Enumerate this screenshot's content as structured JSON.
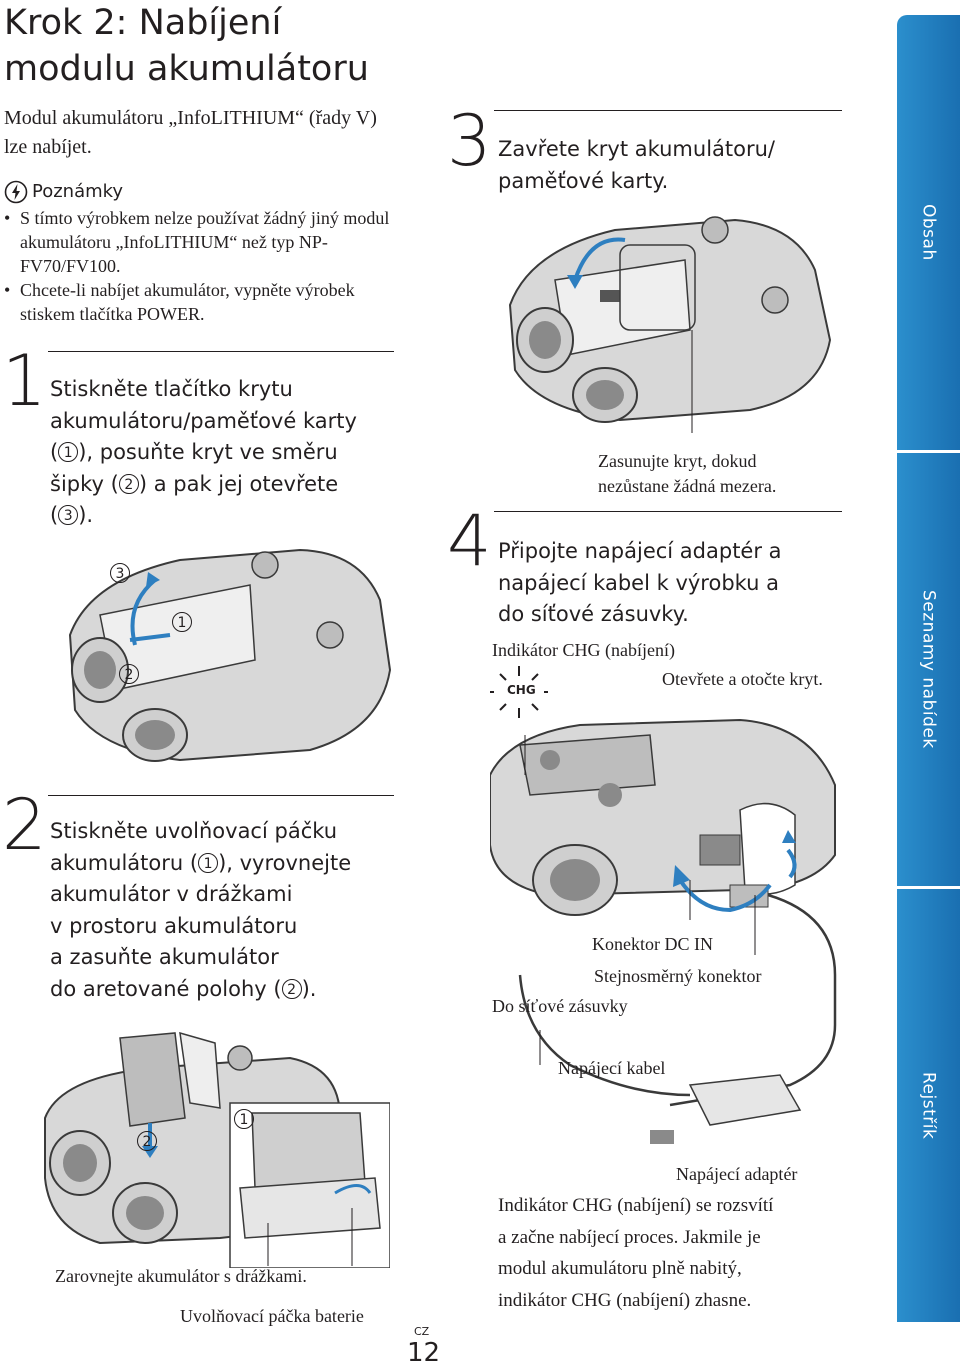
{
  "title": {
    "line1": "Krok 2: Nabíjení",
    "line2": "modulu akumulátoru"
  },
  "intro": "Modul akumulátoru „InfoLITHIUM“ (řady V) lze nabíjet.",
  "notes": {
    "heading": "Poznámky",
    "items": [
      "S tímto výrobkem nelze používat žádný jiný modul akumulátoru „InfoLITHIUM“ než typ NP-FV70/FV100.",
      "Chcete-li nabíjet akumulátor, vypněte výrobek stiskem tlačítka POWER."
    ]
  },
  "step1": {
    "num": "1",
    "l1": "Stiskněte tlačítko krytu",
    "l2": "akumulátoru/paměťové karty",
    "l3a": "(",
    "l3b": "), posuňte kryt ve směru",
    "l4a": "šipky (",
    "l4b": ") a pak jej otevřete",
    "l5a": "(",
    "l5b": ")."
  },
  "step2": {
    "num": "2",
    "l1": "Stiskněte uvolňovací páčku",
    "l2a": "akumulátoru (",
    "l2b": "), vyrovnejte",
    "l3": "akumulátor v drážkami",
    "l4": "v prostoru akumulátoru",
    "l5": "a zasuňte akumulátor",
    "l6a": "do aretované polohy (",
    "l6b": ")."
  },
  "step3": {
    "num": "3",
    "l1": "Zavřete kryt akumulátoru/",
    "l2": "paměťové karty."
  },
  "step4": {
    "num": "4",
    "l1": "Připojte napájecí adaptér a",
    "l2": "napájecí kabel k výrobku a",
    "l3": "do síťové zásuvky."
  },
  "markers": {
    "one": "1",
    "two": "2",
    "three": "3"
  },
  "captions": {
    "align": "Zarovnejte akumulátor s drážkami.",
    "lever": "Uvolňovací páčka baterie",
    "slide1": "Zasunujte kryt, dokud",
    "slide2": "nezůstane žádná mezera.",
    "chg": "Indikátor CHG (nabíjení)",
    "chg_badge": "CHG",
    "open": "Otevřete a otočte kryt.",
    "dcin": "Konektor DC IN",
    "dcplug": "Stejnosměrný konektor",
    "outlet": "Do síťové zásuvky",
    "cable": "Napájecí kabel",
    "adapter": "Napájecí adaptér"
  },
  "final": {
    "l1": "Indikátor CHG (nabíjení) se rozsvítí",
    "l2": "a začne nabíjecí proces. Jakmile je",
    "l3": "modul akumulátoru plně nabitý,",
    "l4": "indikátor CHG (nabíjení) zhasne."
  },
  "page": {
    "lang": "CZ",
    "number": "12"
  },
  "tabs": {
    "contents": "Obsah",
    "menus": "Seznamy nabídek",
    "index": "Rejstřík"
  },
  "colors": {
    "tab": "#1f7dbf",
    "text": "#231f20",
    "arrow": "#2e7fc0"
  }
}
